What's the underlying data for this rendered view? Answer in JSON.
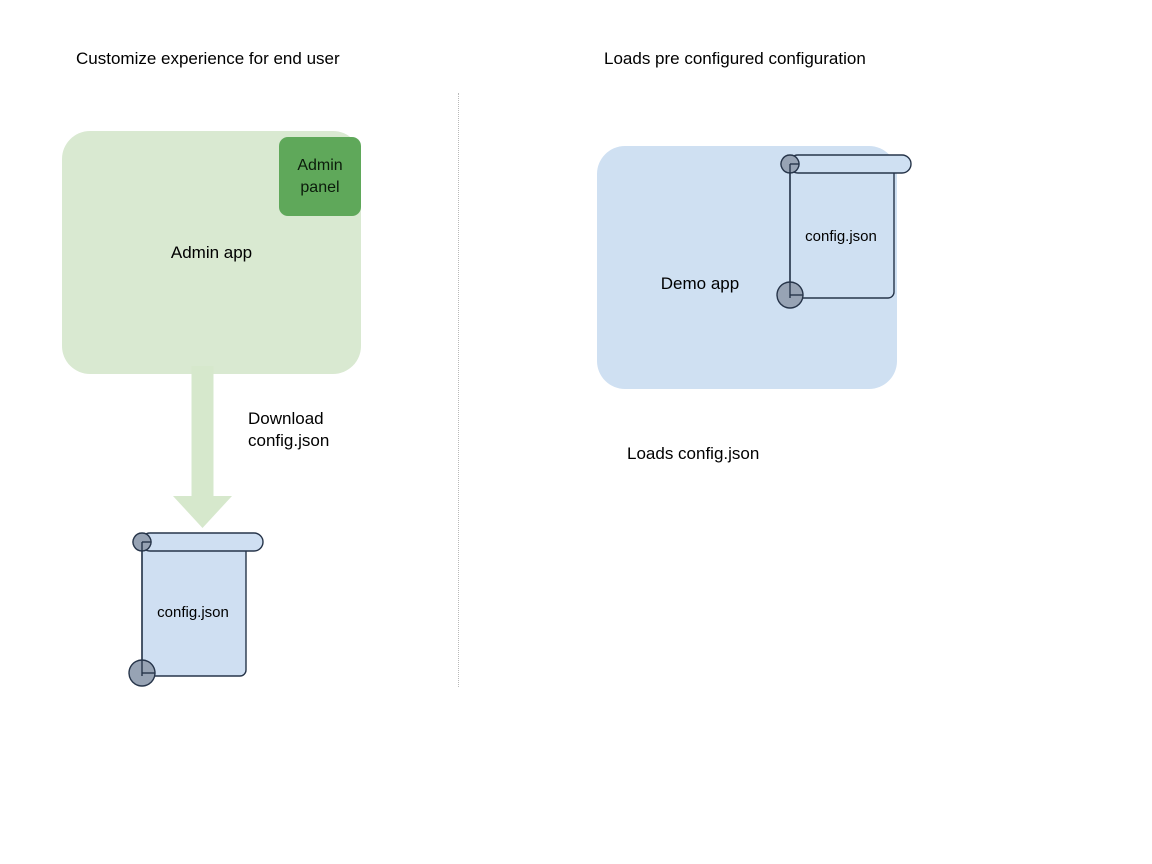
{
  "diagram": {
    "background_color": "#ffffff",
    "divider": {
      "name": "vertical-dotted-divider",
      "color": "#b9b9b9"
    },
    "left_panel": {
      "title": "Customize experience for end user",
      "app_box": {
        "label": "Admin app",
        "fill_color": "#d9e9d1"
      },
      "badge": {
        "label": "Admin panel",
        "line1": "Admin",
        "line2": "panel",
        "fill_color": "#5fa85a"
      },
      "arrow": {
        "caption_line1": "Download",
        "caption_line2": "config.json",
        "color": "#d6e8cc"
      },
      "document": {
        "label": "config.json",
        "fill_color": "#cfdff2",
        "stroke_color": "#27354a",
        "curl_color": "#97a3b4"
      }
    },
    "right_panel": {
      "title": "Loads pre configured configuration",
      "app_box": {
        "label": "Demo app",
        "fill_color": "#cfe0f2"
      },
      "document": {
        "label": "config.json",
        "fill_color": "#cfe0f2",
        "stroke_color": "#27354a",
        "curl_color": "#97a3b4"
      },
      "caption": "Loads config.json"
    }
  }
}
